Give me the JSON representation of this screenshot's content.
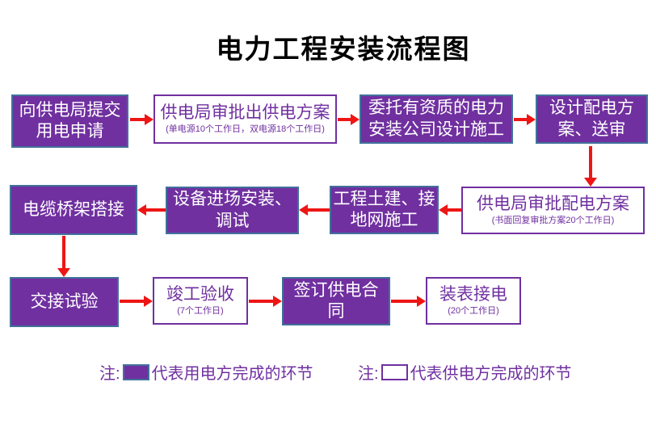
{
  "title": "电力工程安装流程图",
  "nodes": {
    "apply": {
      "label": "向供电局提交\n用电申请"
    },
    "approve_sup": {
      "label": "供电局审批出供电方案",
      "sub": "(单电源10个工作日，双电源18个工作日)"
    },
    "entrust": {
      "label": "委托有资质的电力\n安装公司设计施工"
    },
    "design": {
      "label": "设计配电方\n案、送审"
    },
    "approve_dist": {
      "label": "供电局审批配电方案",
      "sub": "(书面回复审批方案20个工作日)"
    },
    "civil": {
      "label": "工程土建、接\n地网施工"
    },
    "equipment": {
      "label": "设备进场安装、\n调试"
    },
    "cable": {
      "label": "电缆桥架搭接"
    },
    "handover": {
      "label": "交接试验"
    },
    "completion": {
      "label": "竣工验收",
      "sub": "(7个工作日)"
    },
    "contract": {
      "label": "签订供电合\n同"
    },
    "meter": {
      "label": "装表接电",
      "sub": "(20个工作日)"
    }
  },
  "legend": {
    "note1": {
      "prefix": "注:",
      "label": "代表用电方完成的环节"
    },
    "note2": {
      "prefix": "注:",
      "label": "代表供电方完成的环节"
    }
  },
  "colors": {
    "node_fill_purple": "#7030A0",
    "purple_node_border": "#41719C",
    "white_node_border": "#7030A0",
    "white_node_text": "#7030A0",
    "arrow_red": "#EE1515",
    "title_black": "#000000"
  }
}
